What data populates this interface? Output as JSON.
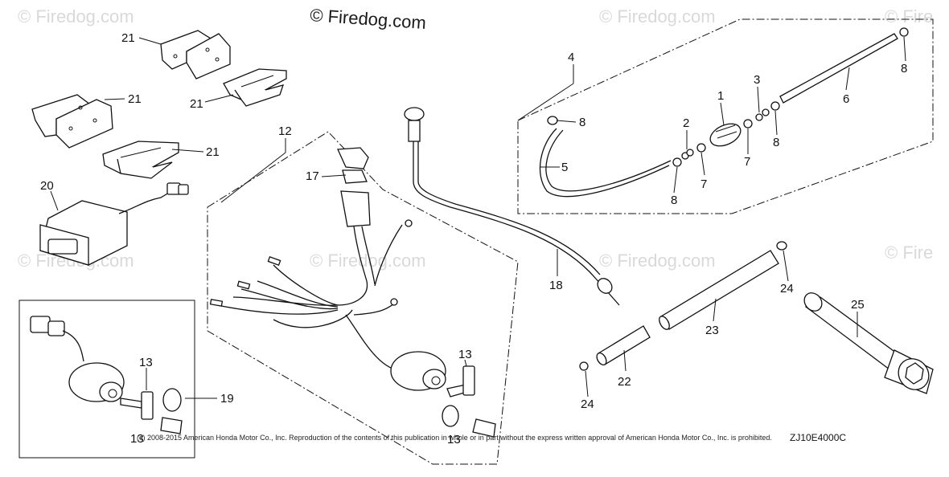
{
  "watermarks": {
    "main": "© Firedog.com",
    "faint": "© Firedog.com",
    "faint_partial": "© Fire"
  },
  "callouts": {
    "c1": "1",
    "c2": "2",
    "c3": "3",
    "c4": "4",
    "c5": "5",
    "c6": "6",
    "c7": "7",
    "c8": "8",
    "c12": "12",
    "c13": "13",
    "c17": "17",
    "c18": "18",
    "c19": "19",
    "c20": "20",
    "c21": "21",
    "c22": "22",
    "c23": "23",
    "c24": "24",
    "c25": "25"
  },
  "copyright": "(c) 2008-2015 American Honda Motor Co., Inc. Reproduction of the contents of this publication in whole or in part without the express written approval of American Honda Motor Co., Inc. is prohibited.",
  "diagram_code": "ZJ10E4000C",
  "colors": {
    "line": "#111111",
    "watermark": "#d9d9d9",
    "background": "#ffffff"
  }
}
